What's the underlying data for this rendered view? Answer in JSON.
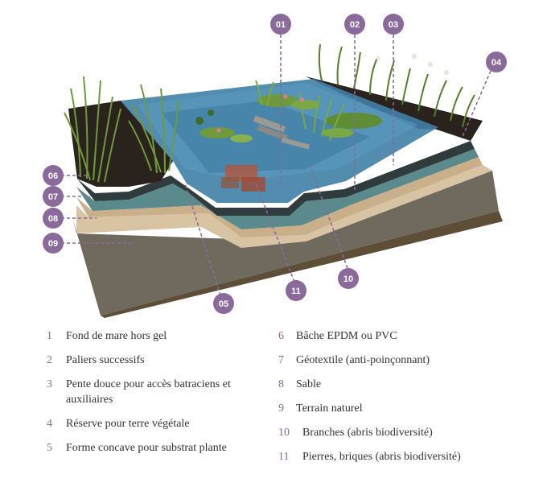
{
  "callouts": [
    "01",
    "02",
    "03",
    "04",
    "05",
    "06",
    "07",
    "08",
    "09",
    "10",
    "11"
  ],
  "legend": [
    {
      "num": "1",
      "text": "Fond de mare hors gel"
    },
    {
      "num": "2",
      "text": "Paliers successifs"
    },
    {
      "num": "3",
      "text": "Pente douce pour accès batraciens et auxiliaires"
    },
    {
      "num": "4",
      "text": "Réserve pour terre végétale"
    },
    {
      "num": "5",
      "text": "Forme concave pour substrat plante"
    },
    {
      "num": "6",
      "text": "Bâche EPDM ou PVC"
    },
    {
      "num": "7",
      "text": "Géotextile (anti-poinçonnant)"
    },
    {
      "num": "8",
      "text": "Sable"
    },
    {
      "num": "9",
      "text": "Terrain naturel"
    },
    {
      "num": "10",
      "text": "Branches (abris biodiversité)"
    },
    {
      "num": "11",
      "text": "Pierres, briques (abris biodiversité)"
    }
  ],
  "colors": {
    "badge": "#8a6a9a",
    "water": "#3f7fa6",
    "liner": "#2f3b3d",
    "geotextile": "#5b8a8c",
    "sand": "#d8c4a3",
    "soil": "#7a7468",
    "topsoil": "#2a221d",
    "vegetation": "#5d7f3a"
  }
}
